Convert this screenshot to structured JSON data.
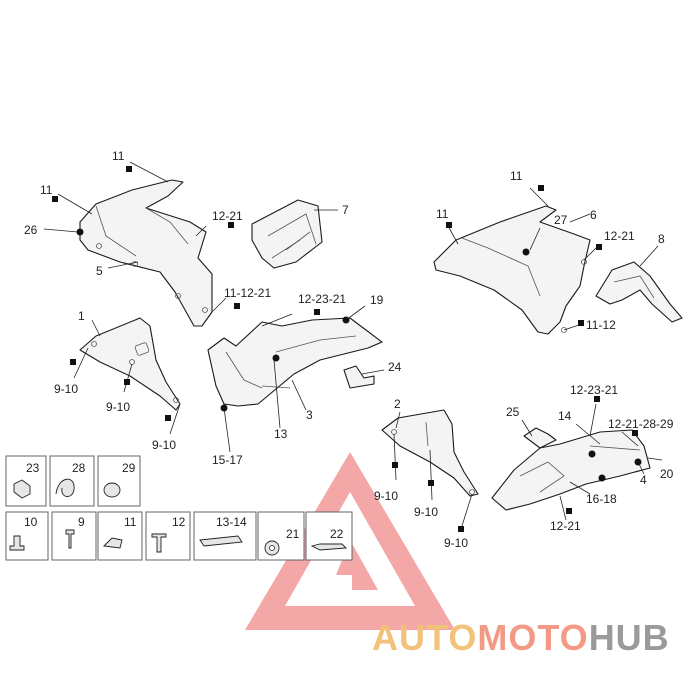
{
  "callouts": {
    "c1": "11",
    "c2": "11",
    "c3": "26",
    "c4": "12-21",
    "c5": "5",
    "c6": "7",
    "c7": "11-12-21",
    "c8": "1",
    "c9": "9-10",
    "c10": "9-10",
    "c11": "9-10",
    "c12": "12-23-21",
    "c13": "19",
    "c14": "24",
    "c15": "13",
    "c16": "3",
    "c17": "15-17",
    "c18": "11",
    "c19": "11",
    "c20": "27",
    "c21": "6",
    "c22": "12-21",
    "c23": "8",
    "c24": "11-12",
    "c25": "2",
    "c26": "9-10",
    "c27": "9-10",
    "c28": "9-10",
    "c29": "25",
    "c30": "14",
    "c31": "12-23-21",
    "c32": "12-21-28-29",
    "c33": "4",
    "c34": "20",
    "c35": "16-18",
    "c36": "12-21"
  },
  "legend": {
    "row1": [
      "23",
      "28",
      "29"
    ],
    "row2": [
      "10",
      "9",
      "11",
      "12",
      "13-14",
      "21",
      "22"
    ]
  },
  "watermark": {
    "part_a": "AUTO",
    "part_b": "MOTO",
    "part_c": "HUB",
    "color_a": "#f3c27a",
    "color_b": "#f29a86",
    "color_c": "#9a9a9a",
    "triangle_color": "#f08a8a"
  }
}
